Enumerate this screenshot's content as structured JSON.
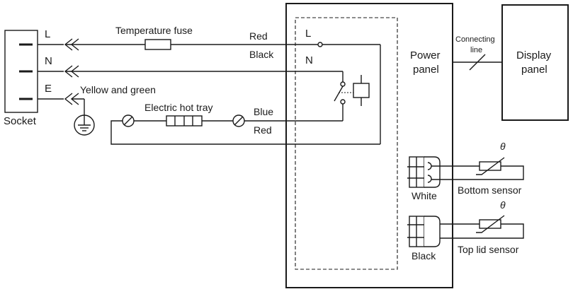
{
  "socket": {
    "label": "Socket",
    "terminals": {
      "l": "L",
      "n": "N",
      "e": "E"
    }
  },
  "wires": {
    "temperature_fuse": "Temperature fuse",
    "red_top": "Red",
    "black_top": "Black",
    "yellow_green": "Yellow and green",
    "electric_hot_tray": "Electric hot tray",
    "blue": "Blue",
    "red_bottom": "Red"
  },
  "power_panel": {
    "title_line1": "Power",
    "title_line2": "panel",
    "terminal_l": "L",
    "terminal_n": "N"
  },
  "connecting_line": {
    "line1": "Connecting",
    "line2": "line"
  },
  "display_panel": {
    "line1": "Display",
    "line2": "panel"
  },
  "connectors": {
    "white": "White",
    "black": "Black"
  },
  "sensors": {
    "bottom": "Bottom sensor",
    "top_lid": "Top lid sensor",
    "theta_symbol": "θ"
  }
}
